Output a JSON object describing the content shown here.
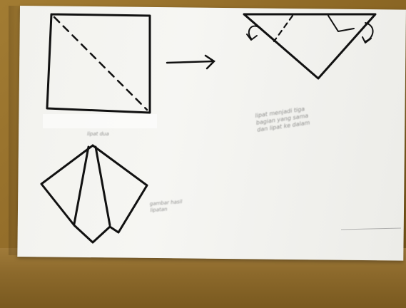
{
  "photo": {
    "colors": {
      "ink": "#111111",
      "paper": "#f4f4f1",
      "table": "#93702d"
    },
    "drawings": [
      {
        "name": "square-with-diagonal-fold"
      },
      {
        "name": "arrow-right"
      },
      {
        "name": "triangle-with-folded-corners"
      },
      {
        "name": "kite-shaped-fold"
      }
    ],
    "notes": [
      {
        "text": "lipat menjadi tiga\nbagian yang sama\ndan lipat ke dalam"
      },
      {
        "text": "gambar hasil\nlipatan"
      },
      {
        "text": "lipat dua"
      }
    ]
  }
}
